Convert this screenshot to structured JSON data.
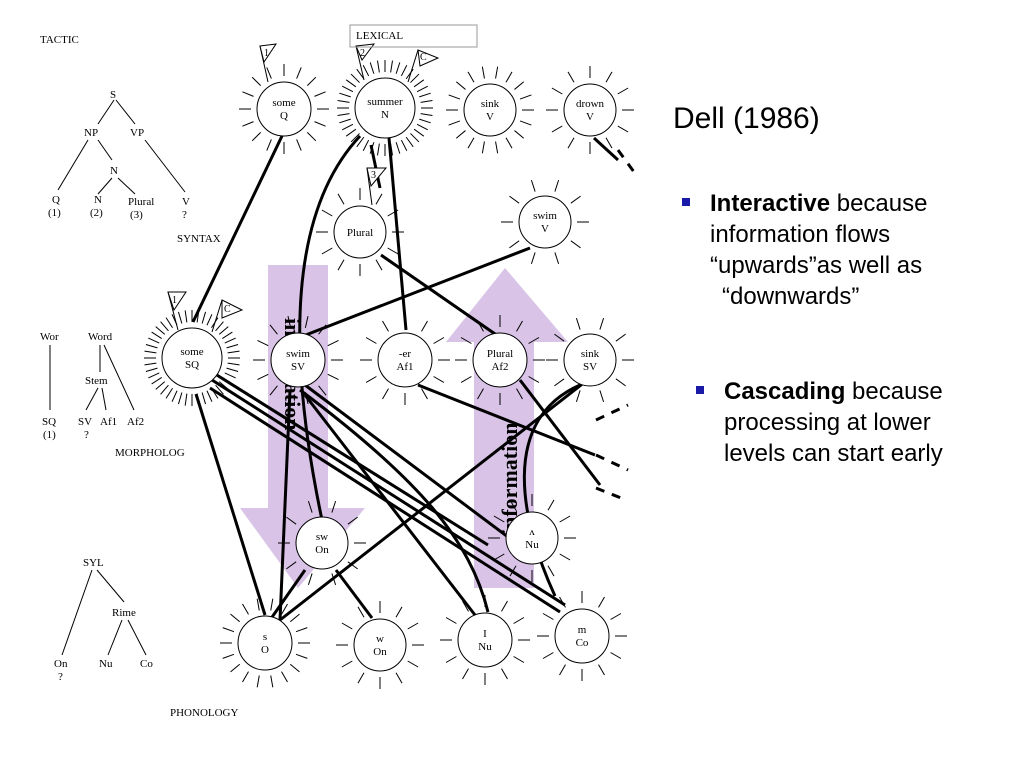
{
  "slide": {
    "title": "Dell (1986)",
    "bullets": [
      {
        "bold": "Interactive",
        "rest": " because",
        "lines": [
          "information flows",
          "“upwards”as well as",
          "“downwards”"
        ]
      },
      {
        "bold": "Cascading",
        "rest": " because",
        "lines": [
          "processing at lower",
          "levels can start early"
        ]
      }
    ],
    "bullet_color": "#1a1aa8"
  },
  "diagram": {
    "level_labels": {
      "tactic": "TACTIC",
      "lexical": "LEXICAL",
      "syntax": "SYNTAX",
      "morphology": "MORPHOLOG",
      "phonology": "PHONOLOGY"
    },
    "arrow_label": "information",
    "arrow_color": "#d9c3e6",
    "arrow_text_color": "#3333cc",
    "flags": [
      "1",
      "2",
      "C",
      "3",
      "1",
      "C"
    ],
    "syntax_tree": {
      "S": "S",
      "NP": "NP",
      "VP": "VP",
      "N": "N",
      "Q": "Q",
      "Q_slot": "(1)",
      "N2": "N",
      "N2_slot": "(2)",
      "Plural": "Plural",
      "Plural_slot": "(3)",
      "V": "V",
      "V_slot": "?"
    },
    "morph_tree": {
      "Wor": "Wor",
      "Word": "Word",
      "Stem": "Stem",
      "SQ": "SQ",
      "SQ_slot": "(1)",
      "SV": "SV",
      "SV_slot": "?",
      "Af1": "Af1",
      "Af2": "Af2"
    },
    "syl_tree": {
      "SYL": "SYL",
      "Rime": "Rime",
      "On": "On",
      "On_slot": "?",
      "Nu": "Nu",
      "Co": "Co"
    },
    "nodes": {
      "some_q": [
        "some",
        "Q"
      ],
      "summer_n": [
        "summer",
        "N"
      ],
      "sink_v": [
        "sink",
        "V"
      ],
      "drown_v": [
        "drown",
        "V"
      ],
      "plural": [
        "Plural",
        ""
      ],
      "swim_v": [
        "swim",
        "V"
      ],
      "some_sq": [
        "some",
        "SQ"
      ],
      "swim_sv": [
        "swim",
        "SV"
      ],
      "er_af1": [
        "-er",
        "Af1"
      ],
      "plural_af2": [
        "Plural",
        "Af2"
      ],
      "sink_sv": [
        "sink",
        "SV"
      ],
      "sw_on": [
        "sw",
        "On"
      ],
      "u_nu": [
        "ʌ",
        "Nu"
      ],
      "s_o": [
        "s",
        "O"
      ],
      "w_on": [
        "w",
        "On"
      ],
      "i_nu": [
        "I",
        "Nu"
      ],
      "m_co": [
        "m",
        "Co"
      ]
    }
  }
}
